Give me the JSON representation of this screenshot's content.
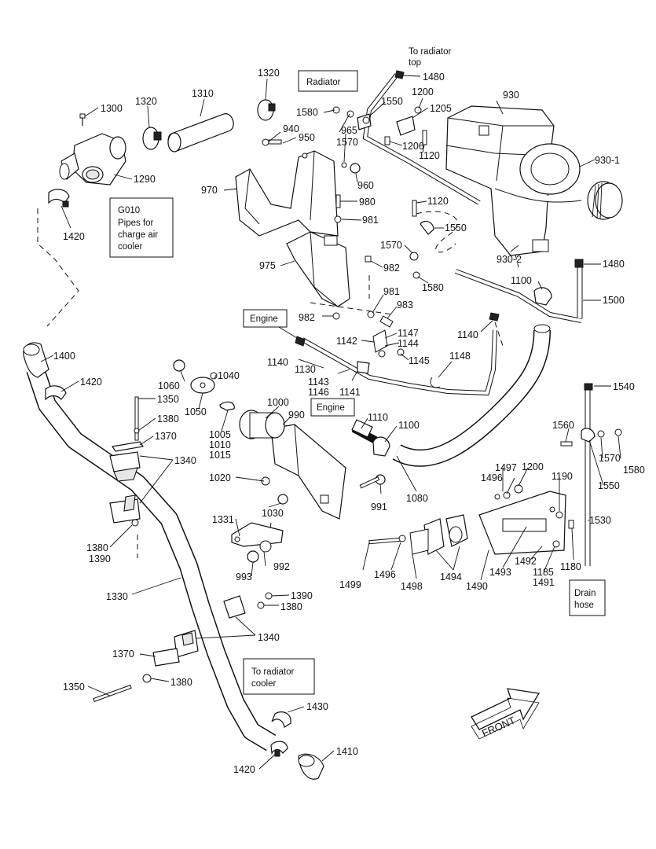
{
  "diagram": {
    "labels": {
      "p1300": "1300",
      "p1320a": "1320",
      "p1320b": "1320",
      "p1310": "1310",
      "p1290": "1290",
      "p1420a": "1420",
      "p1480a": "1480",
      "p1200a": "1200",
      "p1580a": "1580",
      "p1550a": "1550",
      "p1205": "1205",
      "p930": "930",
      "p940": "940",
      "p950": "950",
      "p965": "965",
      "p1570a": "1570",
      "p1206": "1206",
      "p1120a": "1120",
      "p930_1": "930-1",
      "p970": "970",
      "p960": "960",
      "p980": "980",
      "p981a": "981",
      "p1120b": "1120",
      "p1550b": "1550",
      "p1570b": "1570",
      "p930_2": "930-2",
      "p975": "975",
      "p982a": "982",
      "p1480b": "1480",
      "p1100a": "1100",
      "p1580b": "1580",
      "p1500": "1500",
      "p981b": "981",
      "p983": "983",
      "p982b": "982",
      "p1140a": "1140",
      "p1142": "1142",
      "p1147": "1147",
      "p1144": "1144",
      "p1145": "1145",
      "p1148": "1148",
      "p1400": "1400",
      "p1140b": "1140",
      "p1130": "1130",
      "p1143": "1143",
      "p1146": "1146",
      "p1141": "1141",
      "p1420b": "1420",
      "p1060": "1060",
      "p1040": "1040",
      "p1050": "1050",
      "p1000": "1000",
      "p990": "990",
      "p1540": "1540",
      "p1350a": "1350",
      "p1380a": "1380",
      "p1370a": "1370",
      "p1005": "1005",
      "p1010": "1010",
      "p1015": "1015",
      "p1110": "1110",
      "p1100b": "1100",
      "p1560": "1560",
      "p1340a": "1340",
      "p1570c": "1570",
      "p1580c": "1580",
      "p1550c": "1550",
      "p1497": "1497",
      "p1200b": "1200",
      "p1496a": "1496",
      "p1020": "1020",
      "p1190": "1190",
      "p991": "991",
      "p1030": "1030",
      "p1080": "1080",
      "p1331": "1331",
      "p1530": "1530",
      "p1380b": "1380",
      "p1390a": "1390",
      "p992": "992",
      "p1499": "1499",
      "p1496b": "1496",
      "p1498": "1498",
      "p1494": "1494",
      "p1490": "1490",
      "p1493": "1493",
      "p1492": "1492",
      "p1185": "1185",
      "p1491": "1491",
      "p1180": "1180",
      "p993": "993",
      "p1330": "1330",
      "p1390b": "1390",
      "p1380c": "1380",
      "p1340b": "1340",
      "p1370b": "1370",
      "p1380d": "1380",
      "p1350b": "1350",
      "p1430": "1430",
      "p1410": "1410",
      "p1420c": "1420"
    },
    "callouts": {
      "radiator": "Radiator",
      "radiator_top_1": "To radiator",
      "radiator_top_2": "top",
      "g010_1": "G010",
      "g010_2": "Pipes for",
      "g010_3": "charge air",
      "g010_4": "cooler",
      "engine_a": "Engine",
      "engine_b": "Engine",
      "drain_1": "Drain",
      "drain_2": "hose",
      "cooler_1": "To radiator",
      "cooler_2": "cooler",
      "front": "FRONT"
    }
  }
}
